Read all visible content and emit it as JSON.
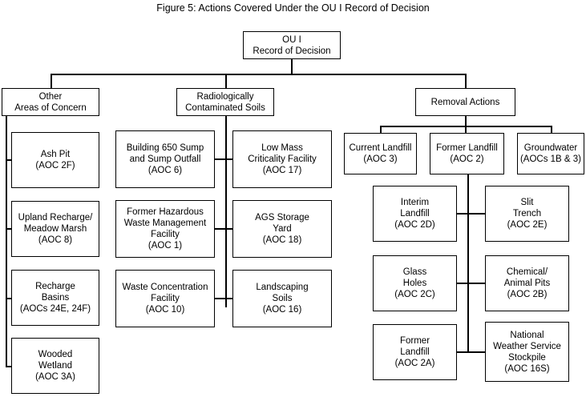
{
  "figure": {
    "title": "Figure 5: Actions Covered Under the OU I Record of Decision"
  },
  "colors": {
    "background": "#ffffff",
    "line": "#000000",
    "text": "#000000"
  },
  "chart_data": {
    "type": "diagram",
    "diagram_kind": "organizational-tree",
    "title": "Figure 5: Actions Covered Under the OU I Record of Decision",
    "root": "OU I Record of Decision",
    "levels": 4,
    "orientation": "top-down"
  },
  "nodes": {
    "root": {
      "line1": "OU I",
      "line2": "Record of Decision"
    },
    "branch_other": {
      "line1": "Other",
      "line2": "Areas of Concern"
    },
    "branch_rad": {
      "line1": "Radiologically",
      "line2": "Contaminated Soils"
    },
    "branch_removal": {
      "line1": "Removal Actions"
    },
    "other_1": {
      "line1": "Ash Pit",
      "line2": "(AOC 2F)"
    },
    "other_2": {
      "line1": "Upland Recharge/",
      "line2": "Meadow Marsh",
      "line3": "(AOC 8)"
    },
    "other_3": {
      "line1": "Recharge",
      "line2": "Basins",
      "line3": "(AOCs 24E, 24F)"
    },
    "other_4": {
      "line1": "Wooded",
      "line2": "Wetland",
      "line3": "(AOC 3A)"
    },
    "rad_l1": {
      "line1": "Building 650 Sump",
      "line2": "and Sump Outfall",
      "line3": "(AOC 6)"
    },
    "rad_l2": {
      "line1": "Former Hazardous",
      "line2": "Waste Management",
      "line3": "Facility",
      "line4": "(AOC 1)"
    },
    "rad_l3": {
      "line1": "Waste Concentration",
      "line2": "Facility",
      "line3": "(AOC 10)"
    },
    "rad_r1": {
      "line1": "Low Mass",
      "line2": "Criticality Facility",
      "line3": "(AOC 17)"
    },
    "rad_r2": {
      "line1": "AGS Storage",
      "line2": "Yard",
      "line3": "(AOC 18)"
    },
    "rad_r3": {
      "line1": "Landscaping",
      "line2": "Soils",
      "line3": "(AOC 16)"
    },
    "rem_current": {
      "line1": "Current Landfill",
      "line2": "(AOC 3)"
    },
    "rem_former": {
      "line1": "Former Landfill",
      "line2": "(AOC 2)"
    },
    "rem_ground": {
      "line1": "Groundwater",
      "line2": "(AOCs 1B & 3)"
    },
    "fl_l1": {
      "line1": "Interim",
      "line2": "Landfill",
      "line3": "(AOC 2D)"
    },
    "fl_l2": {
      "line1": "Glass",
      "line2": "Holes",
      "line3": "(AOC 2C)"
    },
    "fl_l3": {
      "line1": "Former",
      "line2": "Landfill",
      "line3": "(AOC 2A)"
    },
    "fl_r1": {
      "line1": "Slit",
      "line2": "Trench",
      "line3": "(AOC 2E)"
    },
    "fl_r2": {
      "line1": "Chemical/",
      "line2": "Animal Pits",
      "line3": "(AOC 2B)"
    },
    "fl_r3": {
      "line1": "National",
      "line2": "Weather Service",
      "line3": "Stockpile",
      "line4": "(AOC 16S)"
    }
  }
}
